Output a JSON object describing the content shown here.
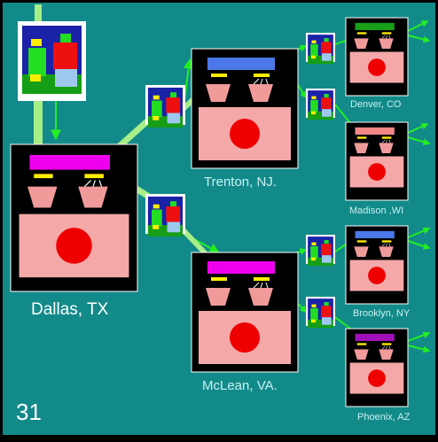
{
  "slide_number": "31",
  "colors": {
    "background": "#138a8a",
    "arrow": "#22ee22",
    "arrow_pale": "#a8ee88",
    "box_body": "#f5a8a8",
    "light_body": "#ffb6b6",
    "cup": "#f09a9a",
    "circle": "#ee0000",
    "label_white": "#ffffff",
    "label_light": "#c8f0f0",
    "icon_blue": "#1a22a8",
    "icon_green": "#169e16",
    "icon_red": "#ee1010",
    "icon_yellow": "#ffee00",
    "icon_lightblue": "#9ec8ee",
    "icon_lime": "#22dd22"
  },
  "packet_icons": [
    "packet-icon-source",
    "packet-icon-to-trenton",
    "packet-icon-to-mclean",
    "packet-icon-to-denver",
    "packet-icon-to-madison",
    "packet-icon-to-brooklyn",
    "packet-icon-to-phoenix"
  ],
  "nodes": [
    {
      "id": "dallas",
      "label": "Dallas, TX",
      "bar_color": "#ee00ee"
    },
    {
      "id": "trenton",
      "label": "Trenton, NJ.",
      "bar_color": "#4a78e8"
    },
    {
      "id": "mclean",
      "label": "McLean, VA.",
      "bar_color": "#ee00ee"
    },
    {
      "id": "denver",
      "label": "Denver, CO",
      "bar_color": "#18a018"
    },
    {
      "id": "madison",
      "label": "Madison ,WI",
      "bar_color": "#f08888"
    },
    {
      "id": "brooklyn",
      "label": "Brooklyn, NY",
      "bar_color": "#4a78e8"
    },
    {
      "id": "phoenix",
      "label": "Phoenix, AZ",
      "bar_color": "#a010b8"
    }
  ]
}
